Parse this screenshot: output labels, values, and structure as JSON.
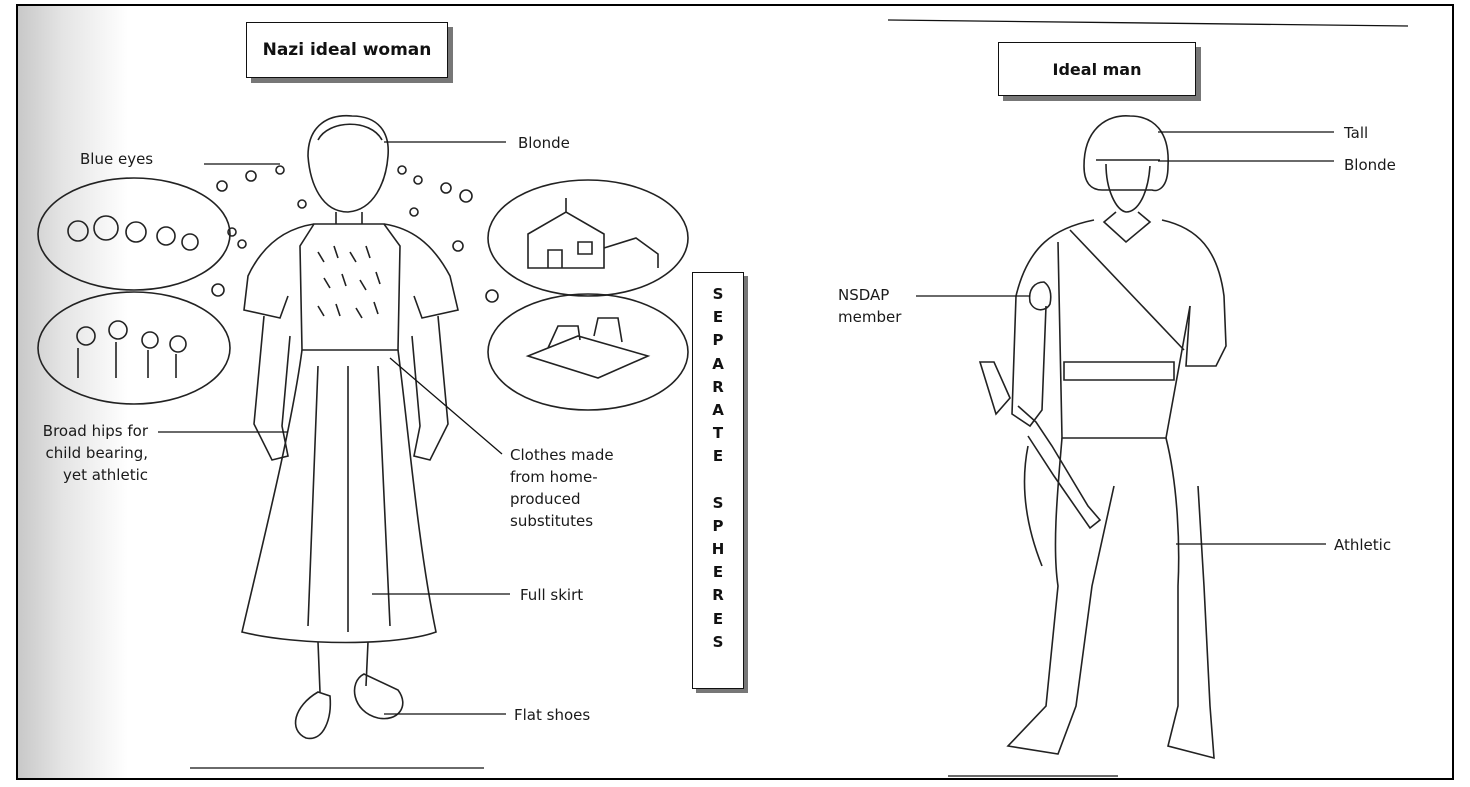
{
  "woman": {
    "title": "Nazi ideal woman",
    "labels": {
      "blonde": "Blonde",
      "blue_eyes": "Blue eyes",
      "hips_1": "Broad hips for",
      "hips_2": "child bearing,",
      "hips_3": "yet athletic",
      "clothes_1": "Clothes made",
      "clothes_2": "from home-",
      "clothes_3": "produced",
      "clothes_4": "substitutes",
      "skirt": "Full skirt",
      "shoes": "Flat shoes"
    }
  },
  "man": {
    "title": "Ideal man",
    "labels": {
      "tall": "Tall",
      "blonde": "Blonde",
      "nsdap_1": "NSDAP",
      "nsdap_2": "member",
      "athletic": "Athletic"
    }
  },
  "separate_spheres": [
    "S",
    "E",
    "P",
    "A",
    "R",
    "A",
    "T",
    "E",
    "",
    "S",
    "P",
    "H",
    "E",
    "R",
    "E",
    "S"
  ]
}
